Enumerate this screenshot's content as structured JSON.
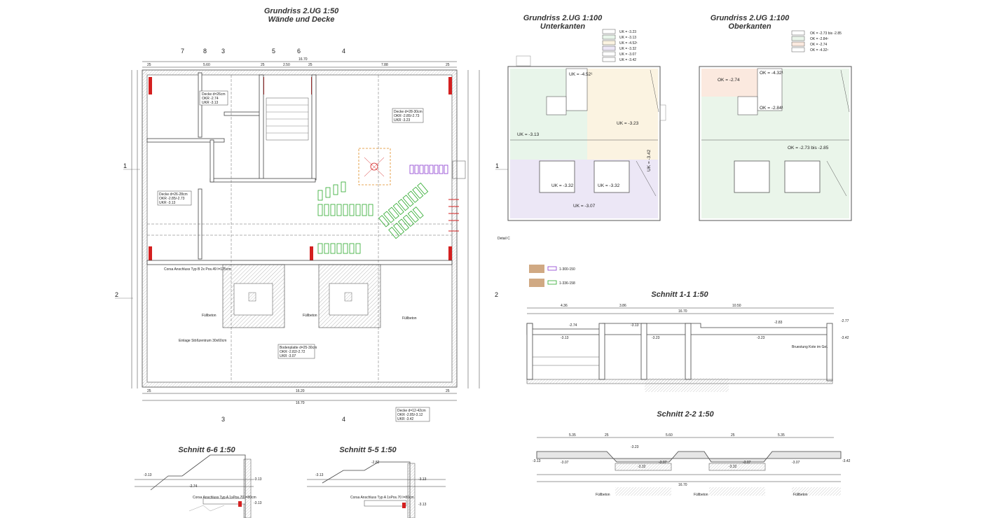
{
  "titles": {
    "main": "Grundriss 2.UG  1:50",
    "main_sub": "Wände und Decke",
    "uk": "Grundriss 2.UG  1:100",
    "uk_sub": "Unterkanten",
    "ok": "Grundriss 2.UG  1:100",
    "ok_sub": "Oberkanten",
    "s11": "Schnitt 1-1 1:50",
    "s22": "Schnitt 2-2 1:50",
    "s66": "Schnitt 6-6 1:50",
    "s55": "Schnitt 5-5 1:50"
  },
  "uk_legend": [
    "UK = -3.23",
    "UK = -3.13",
    "UK = -4.52¹",
    "UK = -3.32",
    "UK = -3.07",
    "UK = -3.42"
  ],
  "ok_legend": [
    "OK = -2.73 bis -2.85",
    "OK = -2.84¹",
    "OK = -2.74",
    "OK = -4.32¹"
  ],
  "uk_labels": [
    "UK = -4.52¹",
    "UK = -3.23",
    "UK = -3.13",
    "UK = -3.32",
    "UK = -3.32",
    "UK = -3.07",
    "UK = -3.42"
  ],
  "ok_labels": [
    "OK = -2.74",
    "OK = -4.32¹",
    "OK = -2.84¹",
    "OK = -2.73 bis -2.85"
  ],
  "top_dims": [
    "25",
    "5.60",
    "25",
    "2.50",
    "25",
    "7.88",
    "25"
  ],
  "top_total": "16.70",
  "bottom_dims": [
    "25",
    "16.20",
    "25"
  ],
  "bottom_total": "16.70",
  "axis_marks": [
    "7",
    "8",
    "3",
    "5",
    "6",
    "4",
    "1",
    "2"
  ],
  "plan_notes": {
    "decke_a": "Decke  d=26cm",
    "decke_a_ok": "OKR  -2.74",
    "decke_a_uk": "UKR  -3.13",
    "decke_b": "Decke  d=26-28cm",
    "decke_b_ok": "OKR  -2.85/-2.73",
    "decke_b_uk": "UKR  -3.13",
    "decke_c": "Decke  d=28-30cm",
    "decke_c_ok": "OKR  -2.85/-2.73",
    "decke_c_uk": "UKR  -3.23",
    "bodenplatte": "Bodenplatte  d=25-30cm",
    "bodenplatte_ok": "OKR  -2.82/-2.72",
    "bodenplatte_uk": "UKR  -3.07",
    "decke_d": "Decke  d=12-42cm",
    "decke_d_ok": "OKR  -2.85/-3.12",
    "decke_d_uk": "UKR  -3.42",
    "corsa": "Corsa Anschluss Typ B 2x Pos.49 l=125cm",
    "fillbeton": "Füllbeton",
    "einlage": "Einlage Stößzentrum 30x60cm",
    "detail_c": "Detail C",
    "legend_1": "1-300-150",
    "legend_2": "1-336-158"
  },
  "s11_dims": [
    "4.36",
    "3.86",
    "10.50",
    "16.70"
  ],
  "s11_levels": [
    "-3.13",
    "-2.74",
    "-3.13",
    "-3.23",
    "-3.23",
    "-2.83",
    "-2.77",
    "-3.42"
  ],
  "s11_note": "Bruestung Kote im Gel.",
  "s22_dims": [
    "5.35",
    "25",
    "5.60",
    "25",
    "5.35",
    "16.70"
  ],
  "s22_levels": [
    "-3.13",
    "-3.07",
    "-3.23",
    "-3.07",
    "-3.32",
    "-3.07",
    "-3.32",
    "-3.07",
    "-3.42"
  ],
  "s22_fill": [
    "Füllbeton",
    "Füllbeton",
    "Füllbeton"
  ],
  "s66_levels": [
    "-3.13",
    "-2.74",
    "-3.13",
    "-3.13"
  ],
  "s66_note": "Corsa Anschluss Typ A 1xPos.70 l=80cm",
  "s55_levels": [
    "-2.82",
    "-3.13",
    "-3.13",
    "-3.13"
  ],
  "s55_note": "Corsa Anschluss Typ A 1xPos.70 l=80cm",
  "colors": {
    "ink": "#333333",
    "wall_red": "#d42020",
    "green_bars": "#2aa82a",
    "purple_bars": "#8a3ad0",
    "uk_green": "#e8f5ea",
    "uk_yellow": "#fbf3e1",
    "uk_purple": "#ece7f6",
    "ok_green": "#eaf5ea",
    "ok_peach": "#fbe9df"
  }
}
